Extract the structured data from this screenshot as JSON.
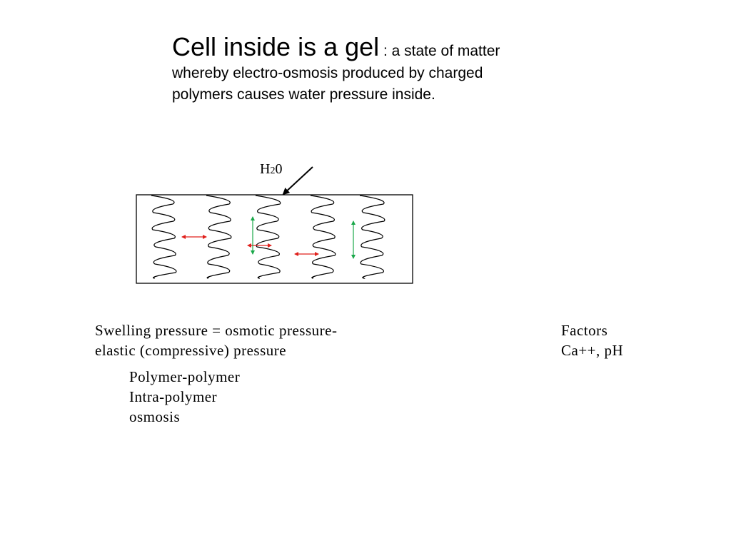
{
  "title": {
    "main": "Cell inside is a gel",
    "rest": " : a state of matter whereby electro-osmosis produced by charged polymers causes water pressure inside."
  },
  "diagram": {
    "water_label": {
      "main": "H",
      "sub": "2",
      "tail": "0"
    },
    "polymer_chain_count": 5,
    "colors": {
      "horizontal_arrow": "#e0201c",
      "vertical_arrow": "#1aa84a",
      "outline": "#000000"
    }
  },
  "equation": {
    "line1": "Swelling pressure = osmotic pressure-",
    "line2": "elastic (compressive) pressure"
  },
  "factors": {
    "heading": "Factors",
    "items": "Ca++, pH"
  },
  "components": [
    "Polymer-polymer",
    "Intra-polymer",
    "osmosis"
  ]
}
